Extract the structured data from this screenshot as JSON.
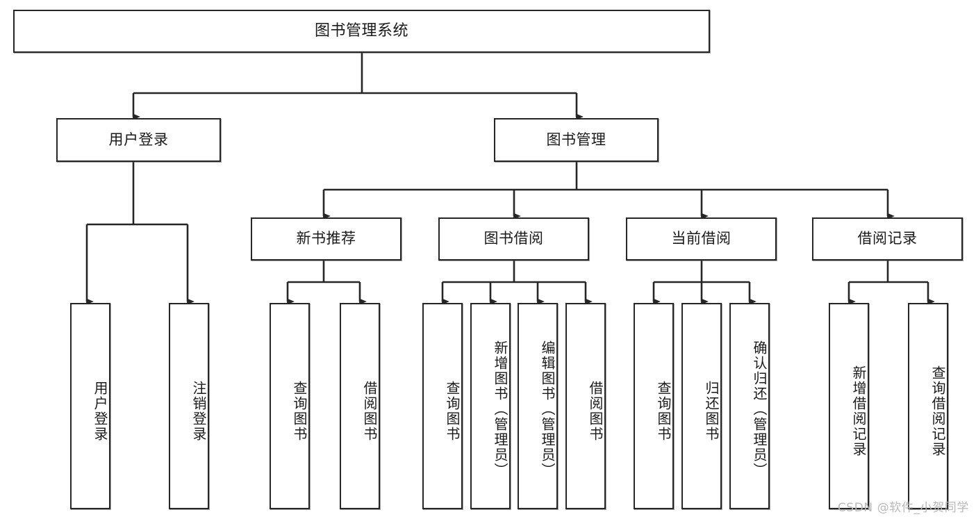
{
  "diagram": {
    "type": "tree",
    "title": "图书管理系统",
    "watermark": "CSDN @软件_小贺同学",
    "colors": {
      "stroke": "#262626",
      "fill": "#ffffff",
      "text": "#1a1a1a",
      "watermark": "#b9b9b9"
    },
    "root": {
      "label": "图书管理系统"
    },
    "level2": [
      {
        "id": "user-login",
        "label": "用户登录"
      },
      {
        "id": "book-manage",
        "label": "图书管理"
      }
    ],
    "level3": [
      {
        "id": "new-book-rec",
        "label": "新书推荐"
      },
      {
        "id": "book-borrow",
        "label": "图书借阅"
      },
      {
        "id": "current-borrow",
        "label": "当前借阅"
      },
      {
        "id": "borrow-record",
        "label": "借阅记录"
      }
    ],
    "leaves": {
      "user_login": [
        {
          "id": "leaf-user-login",
          "label": "用户登录"
        },
        {
          "id": "leaf-logout-login",
          "label": "注销登录"
        }
      ],
      "new_book_rec": [
        {
          "id": "leaf-query-book-1",
          "label": "查询图书"
        },
        {
          "id": "leaf-borrow-book-1",
          "label": "借阅图书"
        }
      ],
      "book_borrow": [
        {
          "id": "leaf-query-book-2",
          "label": "查询图书"
        },
        {
          "id": "leaf-add-book",
          "label": "新增图书（管理员）"
        },
        {
          "id": "leaf-edit-book",
          "label": "编辑图书（管理员）"
        },
        {
          "id": "leaf-borrow-book-2",
          "label": "借阅图书"
        }
      ],
      "current_borrow": [
        {
          "id": "leaf-query-book-3",
          "label": "查询图书"
        },
        {
          "id": "leaf-return-book",
          "label": "归还图书"
        },
        {
          "id": "leaf-confirm-return",
          "label": "确认归还（管理员）"
        }
      ],
      "borrow_record": [
        {
          "id": "leaf-add-record",
          "label": "新增借阅记录"
        },
        {
          "id": "leaf-query-record",
          "label": "查询借阅记录"
        }
      ]
    }
  }
}
